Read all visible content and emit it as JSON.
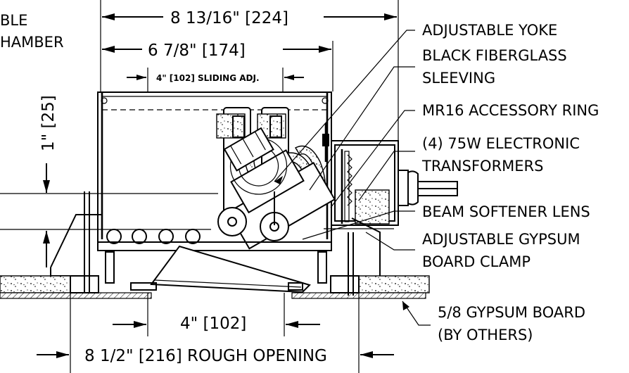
{
  "dimensions": {
    "overall_width": "8 13/16\" [224]",
    "inner_width": "6 7/8\" [174]",
    "sliding_adj": "4\" [102] SLIDING ADJ.",
    "vertical_left": "1\" [25]",
    "bottom_inner": "4\" [102]",
    "rough_opening": "8 1/2\" [216] ROUGH OPENING"
  },
  "left_partial_label": {
    "line1": "BLE",
    "line2": "HAMBER"
  },
  "callouts": {
    "adjustable_yoke": "ADJUSTABLE YOKE",
    "black_fiberglass_line1": "BLACK FIBERGLASS",
    "black_fiberglass_line2": "SLEEVING",
    "mr16_ring": "MR16 ACCESSORY RING",
    "transformers_line1": "(4) 75W ELECTRONIC",
    "transformers_line2": "TRANSFORMERS",
    "beam_softener": "BEAM SOFTENER LENS",
    "gypsum_clamp_line1": "ADJUSTABLE GYPSUM",
    "gypsum_clamp_line2": "BOARD CLAMP",
    "gypsum_board_line1": "5/8 GYPSUM BOARD",
    "gypsum_board_line2": "(BY OTHERS)"
  }
}
